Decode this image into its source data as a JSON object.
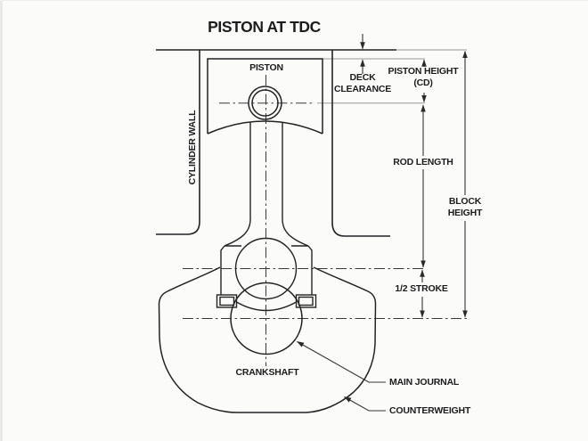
{
  "title": "PISTON AT TDC",
  "labels": {
    "piston": "PISTON",
    "cylinder_wall": "CYLINDER WALL",
    "deck_clearance_line1": "DECK",
    "deck_clearance_line2": "CLEARANCE",
    "piston_height_line1": "PISTON HEIGHT",
    "piston_height_line2": "(CD)",
    "rod_length": "ROD LENGTH",
    "block_height_line1": "BLOCK",
    "block_height_line2": "HEIGHT",
    "half_stroke": "1/2 STROKE",
    "crankshaft": "CRANKSHAFT",
    "main_journal": "MAIN JOURNAL",
    "counterweight": "COUNTERWEIGHT"
  },
  "colors": {
    "outline": "#232323",
    "dimension": "#343434",
    "extension": "#9a9a98",
    "background": "#fbfbf9",
    "text": "#1c1c1c"
  }
}
